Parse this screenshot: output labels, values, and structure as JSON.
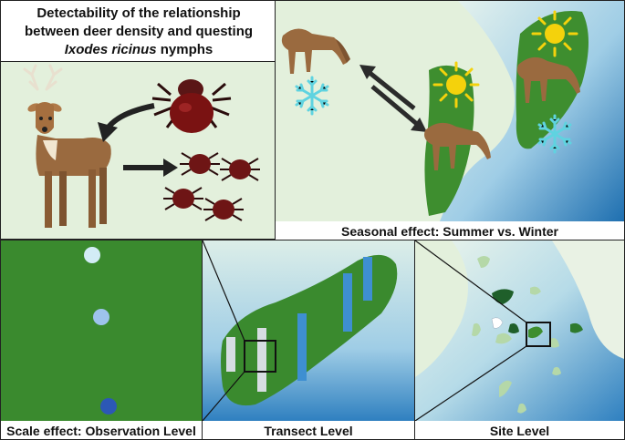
{
  "title": {
    "line1": "Detectability of the relationship",
    "line2": "between deer density and questing",
    "line3_italic": "Ixodes ricinus",
    "line3_rest": " nymphs"
  },
  "panels": {
    "seasonal": {
      "label": "Seasonal effect: Summer vs. Winter"
    },
    "observation": {
      "label": "Scale effect: Observation Level"
    },
    "transect": {
      "label": "Transect Level"
    },
    "site": {
      "label": "Site Level"
    }
  },
  "colors": {
    "land_green": "#3e8e2f",
    "grass_green": "#3a8a2e",
    "pale_bg": "#e3f0dc",
    "water_light": "#d6ecf4",
    "water_deep": "#1e6fb0",
    "deer_brown": "#9a6a3f",
    "tick_red": "#7a1212",
    "sun_yellow": "#f4d20c",
    "snow_cyan": "#5fd3e0",
    "transect_blue": "#3e8fd1",
    "transect_grey": "#d7dde2",
    "site_dark": "#1f5f2a",
    "site_pale": "#b5d8a8"
  },
  "icons": [
    "deer-icon",
    "tick-icon",
    "arrow-icon",
    "sun-icon",
    "snowflake-icon",
    "map-icon"
  ]
}
